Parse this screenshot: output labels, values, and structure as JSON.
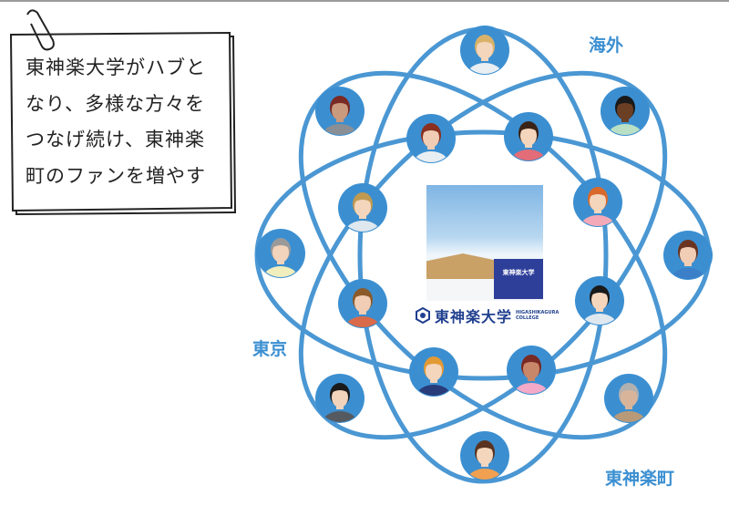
{
  "note": {
    "lines": [
      "東神楽大学がハブと",
      "なり、多様な方々を",
      "つなげ続け、東神楽",
      "町のファンを増やす"
    ]
  },
  "labels": {
    "overseas": "海外",
    "tokyo": "東京",
    "town": "東神楽町"
  },
  "center": {
    "logo_name": "東神楽大学",
    "logo_en_1": "HIGASHIKAGURA",
    "logo_en_2": "COLLEGE",
    "sign_text": "東神楽大学"
  },
  "colors": {
    "accent": "#3b8fd1",
    "ring": "#4a97d3"
  },
  "avatars": [
    {
      "hair": "#d9b26a",
      "skin": "#f4d6bd",
      "shirt": "#e9eef2"
    },
    {
      "hair": "#7a2a24",
      "skin": "#c99a7d",
      "shirt": "#8a8f95"
    },
    {
      "hair": "#1a1a1a",
      "skin": "#6b3f24",
      "shirt": "#b9e0c5"
    },
    {
      "hair": "#8a3020",
      "skin": "#f0cdb4",
      "shirt": "#e9eef2"
    },
    {
      "hair": "#3a2418",
      "skin": "#f4d6bd",
      "shirt": "#e26c78"
    },
    {
      "hair": "#c09a50",
      "skin": "#f4d6bd",
      "shirt": "#dfe8ef"
    },
    {
      "hair": "#d9692b",
      "skin": "#f4d6bd",
      "shirt": "#f3a9b8"
    },
    {
      "hair": "#9a9a9a",
      "skin": "#f2d3bc",
      "shirt": "#f0eebd"
    },
    {
      "hair": "#6a3420",
      "skin": "#f0cdb4",
      "shirt": "#3a7fc8"
    },
    {
      "hair": "#8a5a2a",
      "skin": "#f0cdb4",
      "shirt": "#d96a4a"
    },
    {
      "hair": "#1a1a1a",
      "skin": "#f4d6bd",
      "shirt": "#dfe8ef"
    },
    {
      "hair": "#e39a35",
      "skin": "#f4d6bd",
      "shirt": "#283c7a"
    },
    {
      "hair": "#7a2a24",
      "skin": "#c9876a",
      "shirt": "#f3a9c8"
    },
    {
      "hair": "#1a1a1a",
      "skin": "#f2d3bc",
      "shirt": "#555a60"
    },
    {
      "hair": "#b0b0b0",
      "skin": "#d8b59a",
      "shirt": "#b89a78"
    },
    {
      "hair": "#5a3420",
      "skin": "#f4d6bd",
      "shirt": "#f0a050"
    }
  ]
}
